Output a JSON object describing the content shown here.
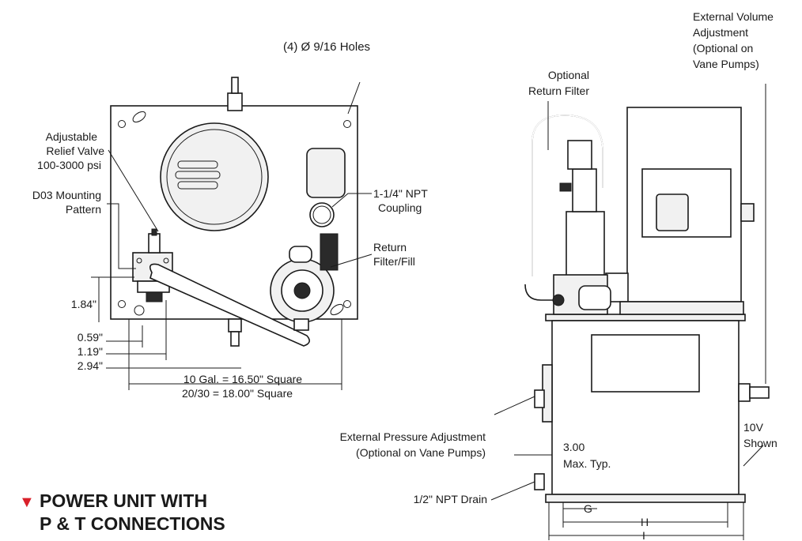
{
  "top_view": {
    "holes_label": "(4) Ø 9/16 Holes",
    "relief_valve_line1": "Adjustable",
    "relief_valve_line2": "Relief Valve",
    "relief_valve_line3": "100-3000 psi",
    "d03_line1": "D03 Mounting",
    "d03_line2": "Pattern",
    "coupling_line1": "1-1/4\" NPT",
    "coupling_line2": "Coupling",
    "return_filter_line1": "Return",
    "return_filter_line2": "Filter/Fill",
    "dim_184": "1.84\"",
    "dim_059": "0.59\"",
    "dim_119": "1.19\"",
    "dim_294": "2.94\"",
    "square_line1": "10 Gal. = 16.50\" Square",
    "square_line2": "20/30 = 18.00\" Square"
  },
  "side_view": {
    "ext_volume_line1": "External Volume",
    "ext_volume_line2": "Adjustment",
    "ext_volume_line3": "(Optional on",
    "ext_volume_line4": "Vane Pumps)",
    "opt_return_line1": "Optional",
    "opt_return_line2": "Return Filter",
    "ext_pressure_line1": "External Pressure Adjustment",
    "ext_pressure_line2": "(Optional on Vane Pumps)",
    "max_line1": "3.00",
    "max_line2": "Max. Typ.",
    "tenv_line1": "10V",
    "tenv_line2": "Shown",
    "drain_label": "1/2\" NPT Drain",
    "dim_g": "G",
    "dim_h": "H",
    "dim_i": "I"
  },
  "caption": {
    "marker": "▼",
    "line1": "POWER UNIT WITH",
    "line2": "P & T CONNECTIONS",
    "marker_color": "#d9202a"
  }
}
